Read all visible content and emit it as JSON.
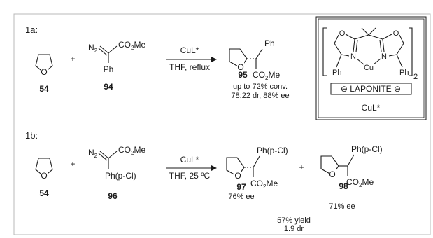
{
  "scheme_1a": {
    "label": "1a:",
    "plus": "+",
    "diazo": {
      "n2": "N",
      "n2_sub": "2",
      "ester": "CO",
      "ester_sub": "2",
      "ester_tail": "Me",
      "aryl": "Ph"
    },
    "reagent_number": "54",
    "diazo_number": "94",
    "catalyst": "CuL*",
    "conditions": "THF, reflux",
    "product": {
      "aryl": "Ph",
      "ester": "CO",
      "ester_sub": "2",
      "ester_tail": "Me",
      "number": "95",
      "o_label": "O"
    },
    "outcome_conv": "up to 72% conv.",
    "outcome_sel": "78:22 dr, 88% ee"
  },
  "catalyst_box": {
    "n_left": "N",
    "n_right": "N",
    "metal": "Cu",
    "o_left": "O",
    "o_right": "O",
    "ph_left": "Ph",
    "ph_right": "Ph",
    "subscript": "2",
    "support_label": "⊖ LAPONITE ⊖",
    "caption": "CuL*"
  },
  "scheme_1b": {
    "label": "1b:",
    "plus": "+",
    "diazo": {
      "n2": "N",
      "n2_sub": "2",
      "ester": "CO",
      "ester_sub": "2",
      "ester_tail": "Me",
      "aryl": "Ph(p-Cl)"
    },
    "reagent_number": "54",
    "diazo_number": "96",
    "catalyst": "CuL*",
    "conditions": "THF, 25 ºC",
    "product_a": {
      "aryl": "Ph(p-Cl)",
      "ester": "CO",
      "ester_sub": "2",
      "ester_tail": "Me",
      "number": "97",
      "ee": "76% ee",
      "o_label": "O"
    },
    "product_plus": "+",
    "product_b": {
      "aryl": "Ph(p-Cl)",
      "ester": "CO",
      "ester_sub": "2",
      "ester_tail": "Me",
      "number": "98",
      "ee": "71% ee",
      "o_label": "O"
    },
    "yield": "57% yield",
    "dr": "1.9 dr"
  },
  "thf_o_label": "O"
}
